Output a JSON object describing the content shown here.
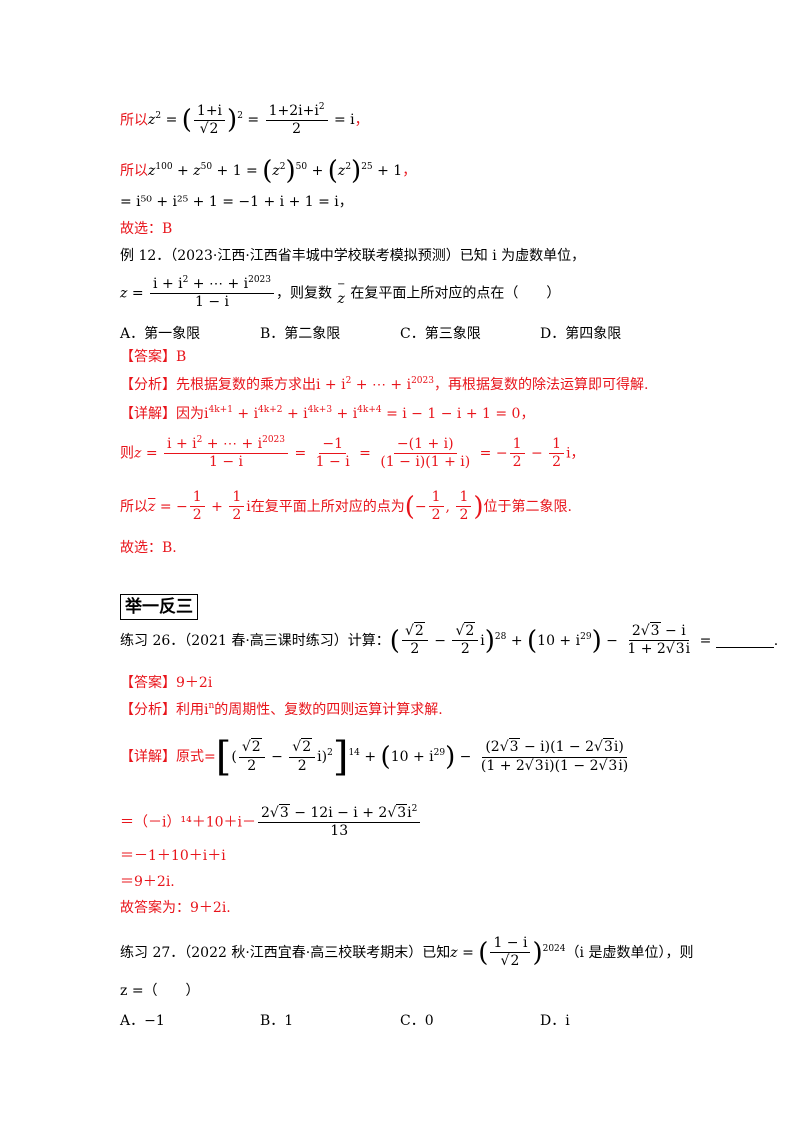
{
  "prev": {
    "l1_prefix": "所以",
    "l2_prefix": "所以",
    "l3": "= i⁵⁰ + i²⁵ + 1 = −1 + i + 1 = i，",
    "l4": "故选：B"
  },
  "ex12": {
    "stem": "例 12．（2023·江西·江西省丰城中学校联考模拟预测）已知 i 为虚数单位，",
    "line2_tail": "，则复数",
    "line2_end": "在复平面上所对应的点在（　　）",
    "options": [
      "A．第一象限",
      "B．第二象限",
      "C．第三象限",
      "D．第四象限"
    ],
    "answer": "【答案】B",
    "analysis_head": "【分析】先根据复数的乘方求出",
    "analysis_tail": "，再根据复数的除法运算即可得解.",
    "detail_head": "【详解】因为",
    "then": "则",
    "so": "所以",
    "so_mid": "在复平面上所对应的点为",
    "so_end": "位于第二象限.",
    "choose": "故选：B."
  },
  "section": {
    "title": "举一反三"
  },
  "ex26": {
    "stem": "练习 26．（2021 春·高三课时练习）计算：",
    "answer": "【答案】9＋2i",
    "analysis_head": "【分析】利用",
    "analysis_tail": "的周期性、复数的四则运算计算求解.",
    "detail_head": "【详解】原式=",
    "step2": "＝（－i）¹⁴＋10＋i－",
    "step3": "＝－1＋10＋i＋i",
    "step4": "＝9＋2i.",
    "final": "故答案为：9＋2i."
  },
  "ex27": {
    "stem": "练习 27．（2022 秋·江西宜春·高三校联考期末）已知",
    "stem_tail": "（i 是虚数单位），则",
    "ask": "z =（　　）",
    "options": [
      "A．−1",
      "B．1",
      "C．0",
      "D．i"
    ]
  }
}
